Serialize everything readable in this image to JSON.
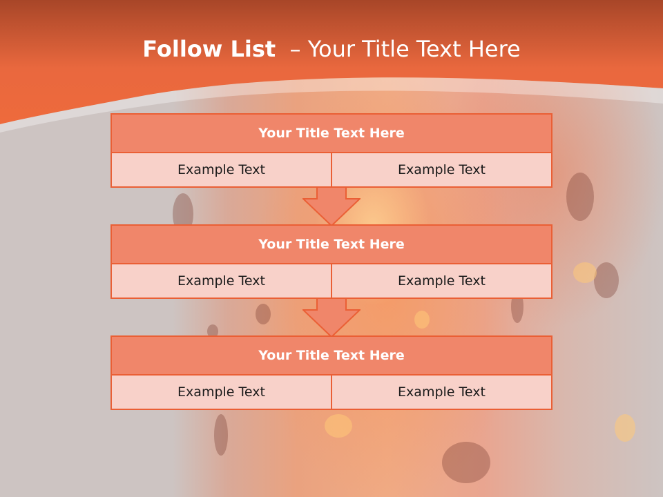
{
  "title": {
    "bold_part": "Follow List",
    "rest_part": "  – Your Title Text Here"
  },
  "colors": {
    "header_orange": "#ea5f35",
    "box_header": "#f0866a",
    "box_row": "#f8d1c9",
    "border": "#ea5f35"
  },
  "steps": [
    {
      "title": "Your Title Text Here",
      "left": "Example Text",
      "right": "Example Text"
    },
    {
      "title": "Your Title Text Here",
      "left": "Example Text",
      "right": "Example Text"
    },
    {
      "title": "Your Title Text Here",
      "left": "Example Text",
      "right": "Example Text"
    }
  ],
  "arrows": [
    "down-arrow-icon",
    "down-arrow-icon"
  ]
}
